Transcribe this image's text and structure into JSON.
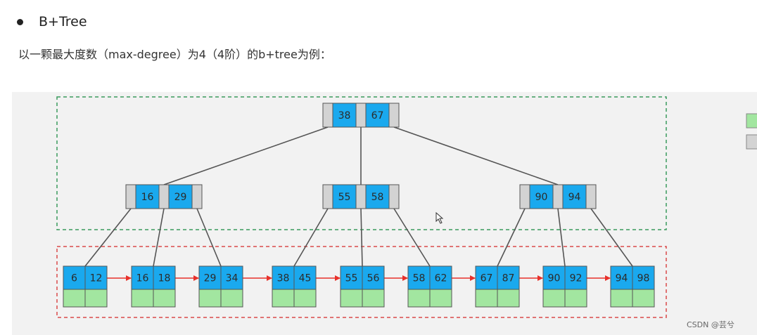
{
  "heading": "B+Tree",
  "subtitle": "以一颗最大度数（max-degree）为4（4阶）的b+tree为例：",
  "tree": {
    "root": [
      "38",
      "67"
    ],
    "internal": [
      [
        "16",
        "29"
      ],
      [
        "55",
        "58"
      ],
      [
        "90",
        "94"
      ]
    ],
    "leaves": [
      [
        "6",
        "12"
      ],
      [
        "16",
        "18"
      ],
      [
        "29",
        "34"
      ],
      [
        "38",
        "45"
      ],
      [
        "55",
        "56"
      ],
      [
        "58",
        "62"
      ],
      [
        "67",
        "87"
      ],
      [
        "90",
        "92"
      ],
      [
        "94",
        "98"
      ]
    ]
  },
  "colors": {
    "key": "#1aa9ee",
    "pointer": "#d3d3d3",
    "data": "#a2e6a0",
    "link_arrow": "#e8302a",
    "nonleaf_border": "#3a9a5c",
    "leaf_border": "#d94a4a"
  },
  "watermark": "CSDN @芸兮"
}
